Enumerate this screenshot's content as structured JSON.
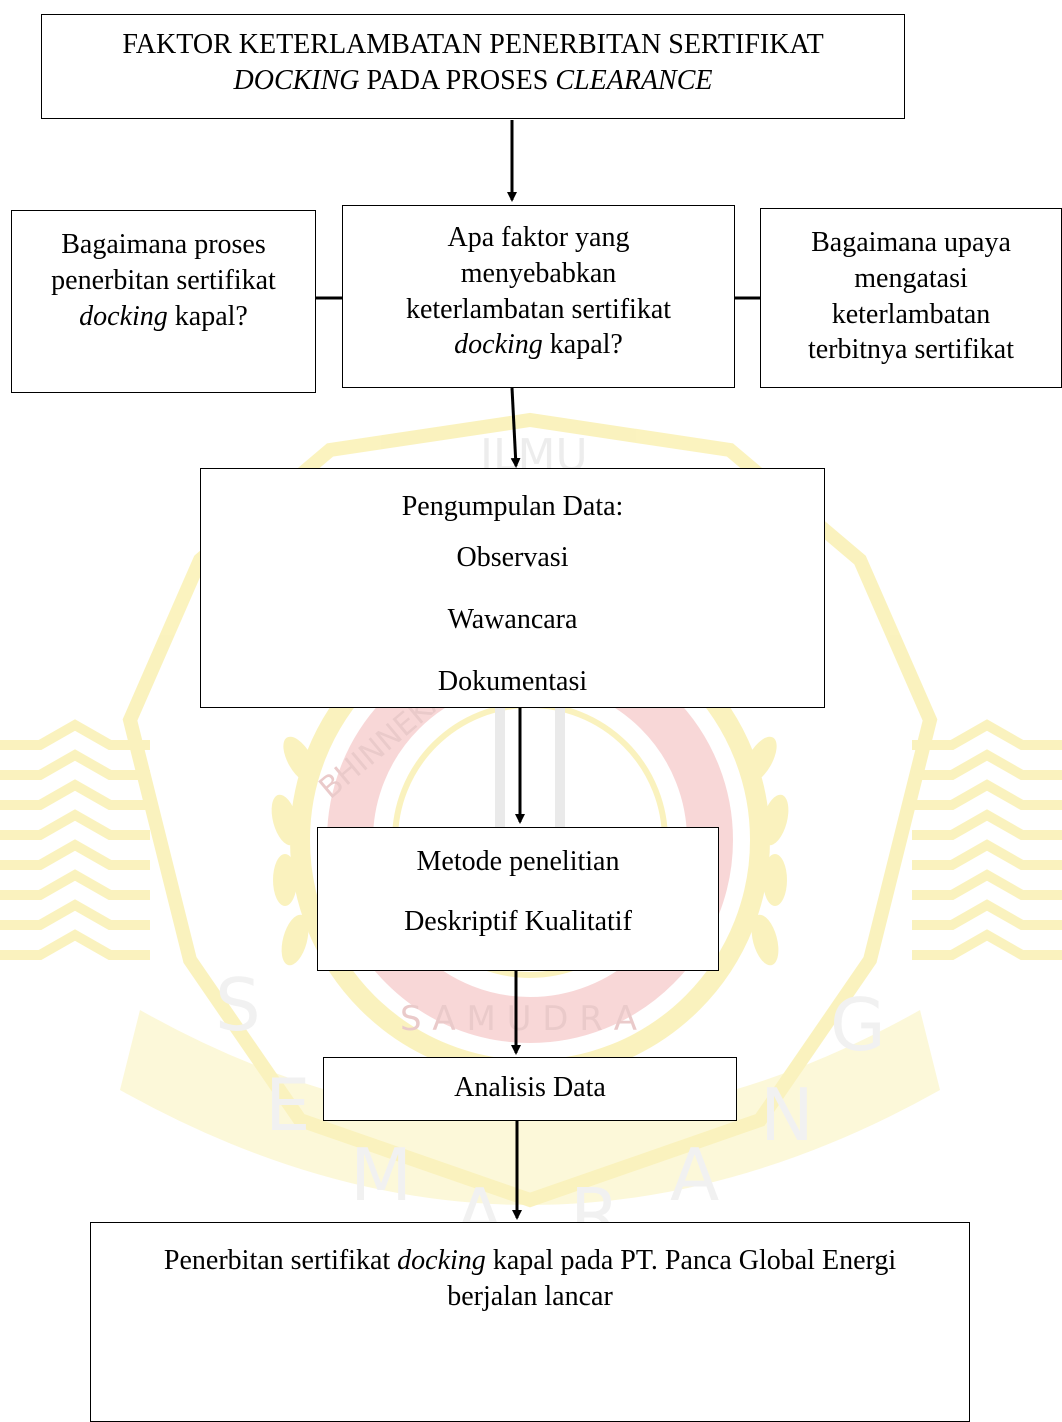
{
  "watermark": {
    "ring_top": "ILMU",
    "ring_motto": "BHINNEKA TUNGGAL IKA",
    "letters": [
      "S",
      "E",
      "M",
      "A",
      "R",
      "A",
      "N",
      "G"
    ],
    "samudra": "S A M U D R A",
    "colors": {
      "yellow": "#f7e98a",
      "red": "#f3b8b8",
      "grey": "#d9d9d9"
    }
  },
  "flowchart": {
    "title_line1": "FAKTOR KETERLAMBATAN PENERBITAN SERTIFIKAT",
    "title_line2_a": "DOCKING",
    "title_line2_b": " PADA PROSES ",
    "title_line2_c": "CLEARANCE",
    "q_left_line1": "Bagaimana proses",
    "q_left_line2": "penerbitan sertifikat",
    "q_left_line3_a": "docking",
    "q_left_line3_b": " kapal?",
    "q_center_line1": "Apa faktor yang",
    "q_center_line2": "menyebabkan",
    "q_center_line3": "keterlambatan sertifikat",
    "q_center_line4_a": "docking",
    "q_center_line4_b": " kapal?",
    "q_right_line1": "Bagaimana upaya",
    "q_right_line2": "mengatasi",
    "q_right_line3": "keterlambatan",
    "q_right_line4": "terbitnya sertifikat",
    "collection_title": "Pengumpulan Data:",
    "collection_items": [
      "Observasi",
      "Wawancara",
      "Dokumentasi"
    ],
    "method_title": "Metode penelitian",
    "method_value": "Deskriptif Kualitatif",
    "analysis": "Analisis Data",
    "result_line1_a": "Penerbitan sertifikat ",
    "result_line1_b": "docking",
    "result_line1_c": " kapal pada PT. Panca Global Energi",
    "result_line2": "berjalan lancar"
  }
}
